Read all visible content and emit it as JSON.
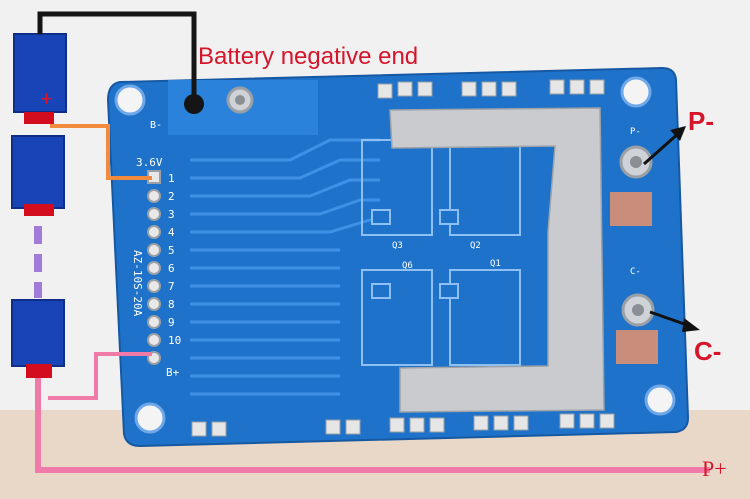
{
  "annotations": {
    "battery_negative_end": "Battery negative end",
    "p_minus": "P-",
    "c_minus": "C-",
    "p_plus": "P+",
    "cell_plus_sign": "+"
  },
  "board": {
    "cell_voltage": "3.6V",
    "model": "AZ-10S-20A",
    "b_minus": "B-",
    "b_plus": "B+",
    "pad_p_minus": "P-",
    "pad_c_minus": "C-",
    "pin_labels": [
      "1",
      "2",
      "3",
      "4",
      "5",
      "6",
      "7",
      "8",
      "9",
      "10"
    ],
    "mosfets": [
      "Q3",
      "Q2",
      "Q6",
      "Q1"
    ]
  },
  "colors": {
    "pcb": "#1f72c9",
    "pcb_dark": "#185fab",
    "trace": "#3f91e6",
    "silk": "#ffffff",
    "cell_body": "#1844b8",
    "cell_cap": "#d40d1e",
    "wire_black": "#151515",
    "wire_orange": "#f28a3e",
    "wire_pink": "#f07aa8",
    "dash_purple": "#a27bd8",
    "label_red": "#d6152a",
    "arrow_black": "#111111",
    "tin": "#c9cbce"
  }
}
